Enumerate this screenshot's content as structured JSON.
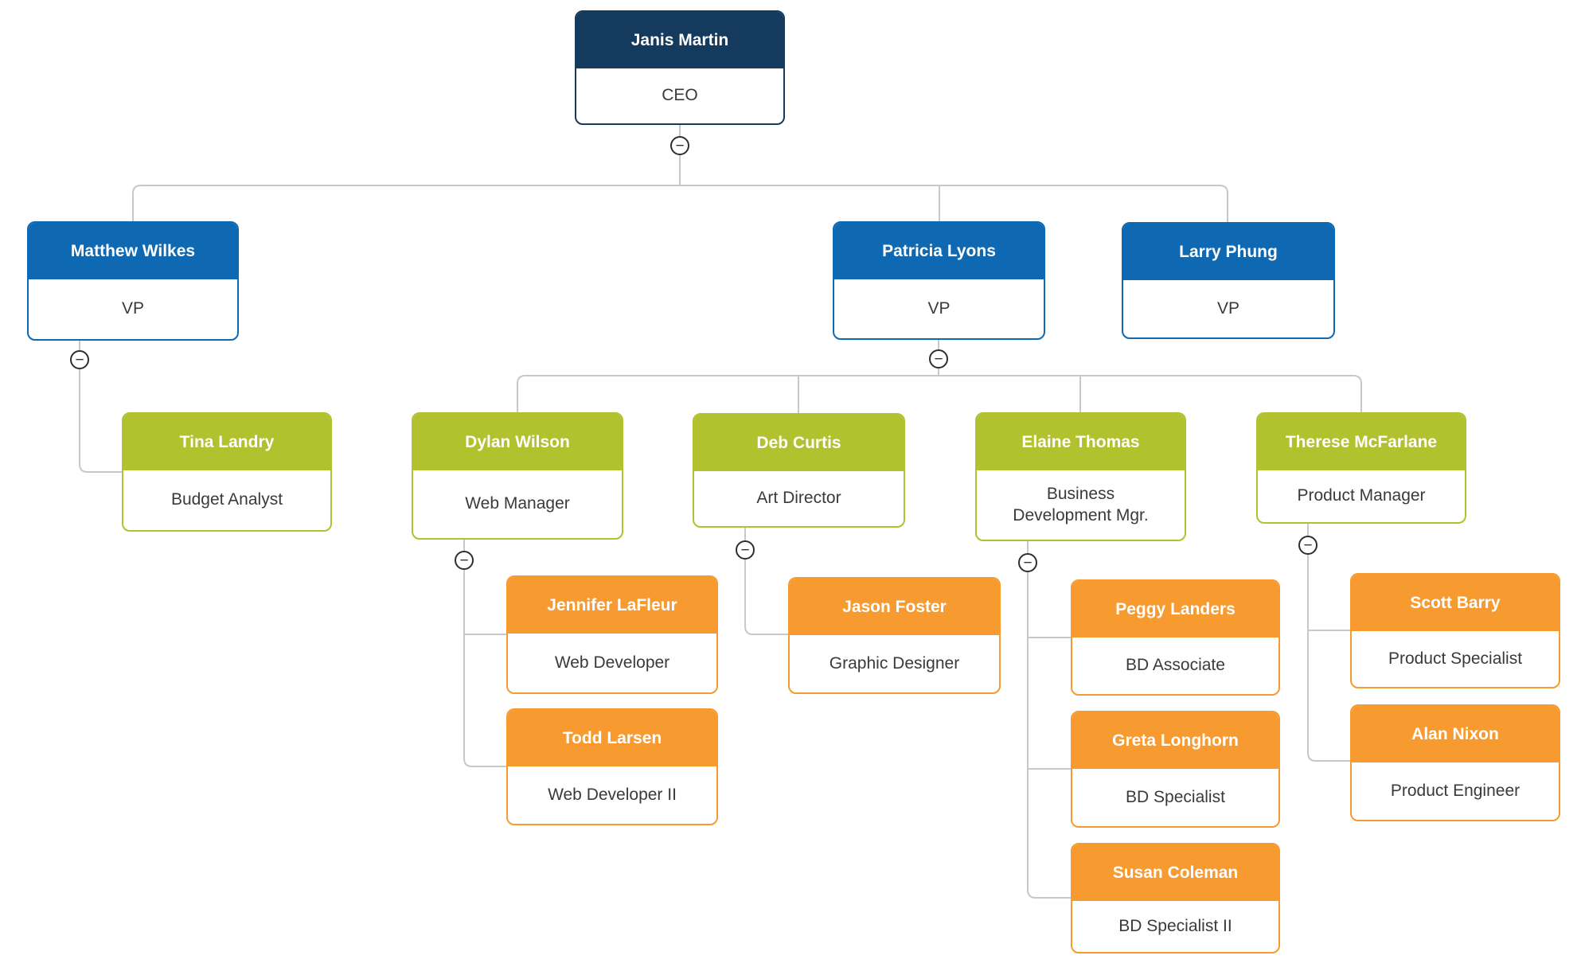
{
  "org": {
    "collapse_glyph": "−",
    "colors": {
      "level1_header": "#143a5e",
      "level2_header": "#0e68b2",
      "level3_header": "#b2c12e",
      "level4_header": "#f79b31",
      "connector_line": "#c8c8c8",
      "header_text": "#ffffff",
      "body_text": "#3a3a3a",
      "collapse_button_border": "#2e2e2e"
    },
    "nodes": {
      "ceo": {
        "name": "Janis Martin",
        "title": "CEO"
      },
      "matthew": {
        "name": "Matthew Wilkes",
        "title": "VP"
      },
      "patricia": {
        "name": "Patricia Lyons",
        "title": "VP"
      },
      "larry": {
        "name": "Larry Phung",
        "title": "VP"
      },
      "tina": {
        "name": "Tina Landry",
        "title": "Budget Analyst"
      },
      "dylan": {
        "name": "Dylan Wilson",
        "title": "Web Manager"
      },
      "deb": {
        "name": "Deb Curtis",
        "title": "Art Director"
      },
      "elaine": {
        "name": "Elaine Thomas",
        "title": "Business\nDevelopment Mgr."
      },
      "therese": {
        "name": "Therese McFarlane",
        "title": "Product Manager"
      },
      "jennifer": {
        "name": "Jennifer LaFleur",
        "title": "Web Developer"
      },
      "todd": {
        "name": "Todd Larsen",
        "title": "Web Developer II"
      },
      "jason": {
        "name": "Jason Foster",
        "title": "Graphic Designer"
      },
      "peggy": {
        "name": "Peggy Landers",
        "title": "BD Associate"
      },
      "greta": {
        "name": "Greta Longhorn",
        "title": "BD Specialist"
      },
      "susan": {
        "name": "Susan Coleman",
        "title": "BD Specialist II"
      },
      "scott": {
        "name": "Scott Barry",
        "title": "Product Specialist"
      },
      "alan": {
        "name": "Alan Nixon",
        "title": "Product Engineer"
      }
    },
    "edges": [
      {
        "from": "Janis Martin",
        "to": "Matthew Wilkes"
      },
      {
        "from": "Janis Martin",
        "to": "Patricia Lyons"
      },
      {
        "from": "Janis Martin",
        "to": "Larry Phung"
      },
      {
        "from": "Matthew Wilkes",
        "to": "Tina Landry"
      },
      {
        "from": "Patricia Lyons",
        "to": "Dylan Wilson"
      },
      {
        "from": "Patricia Lyons",
        "to": "Deb Curtis"
      },
      {
        "from": "Patricia Lyons",
        "to": "Elaine Thomas"
      },
      {
        "from": "Patricia Lyons",
        "to": "Therese McFarlane"
      },
      {
        "from": "Dylan Wilson",
        "to": "Jennifer LaFleur"
      },
      {
        "from": "Dylan Wilson",
        "to": "Todd Larsen"
      },
      {
        "from": "Deb Curtis",
        "to": "Jason Foster"
      },
      {
        "from": "Elaine Thomas",
        "to": "Peggy Landers"
      },
      {
        "from": "Elaine Thomas",
        "to": "Greta Longhorn"
      },
      {
        "from": "Elaine Thomas",
        "to": "Susan Coleman"
      },
      {
        "from": "Therese McFarlane",
        "to": "Scott Barry"
      },
      {
        "from": "Therese McFarlane",
        "to": "Alan Nixon"
      }
    ]
  }
}
